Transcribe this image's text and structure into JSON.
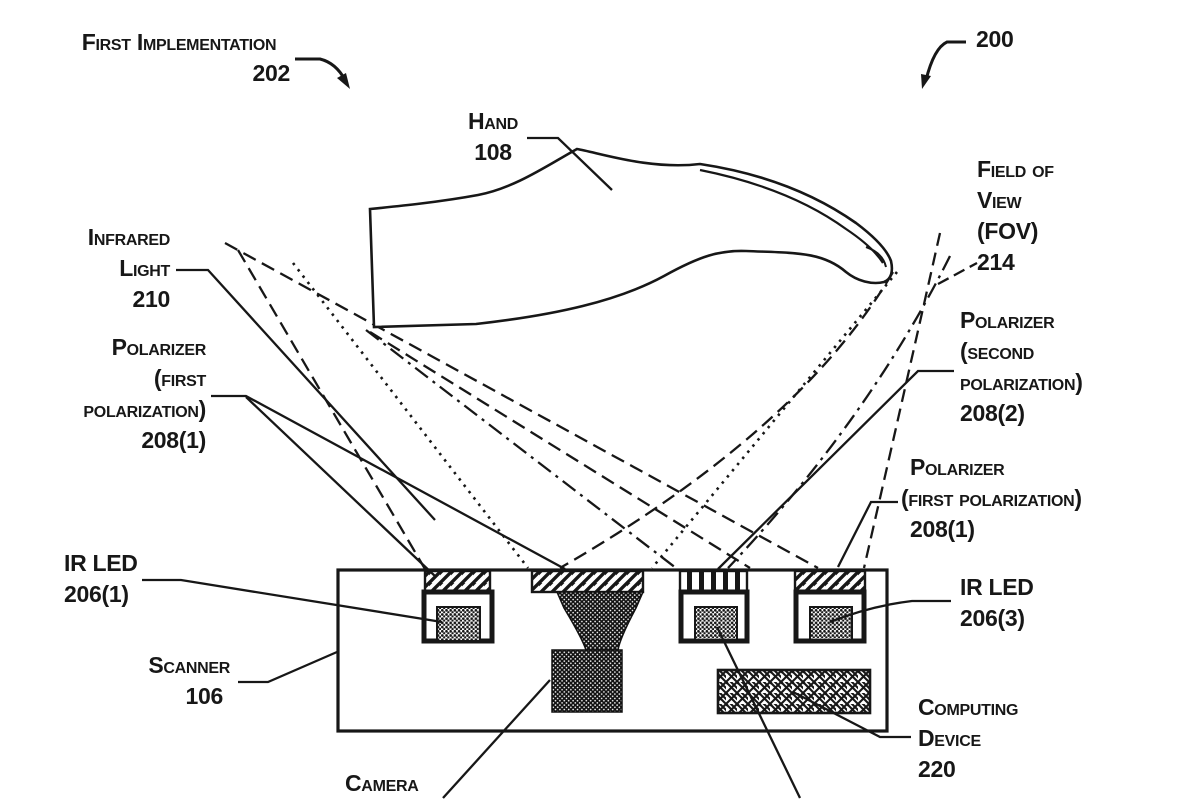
{
  "figure": {
    "type": "patent-diagram",
    "title_ref": "200",
    "colors": {
      "ink": "#171717",
      "paper": "#ffffff"
    }
  },
  "labels": {
    "implementation": {
      "text": "First Implementation",
      "ref": "202"
    },
    "figure_ref": {
      "ref": "200"
    },
    "hand": {
      "text": "Hand",
      "ref": "108"
    },
    "field_of_view": {
      "line1": "Field of",
      "line2": "View",
      "line3": "(FOV)",
      "ref": "214"
    },
    "infrared_light": {
      "line1": "Infrared",
      "line2": "Light",
      "ref": "210"
    },
    "polarizer_first_left": {
      "line1": "Polarizer",
      "line2": "(first",
      "line3": "polarization)",
      "ref": "208(1)"
    },
    "polarizer_second_right": {
      "line1": "Polarizer",
      "line2": "(second",
      "line3": "polarization)",
      "ref": "208(2)"
    },
    "polarizer_first_right": {
      "line1": "Polarizer",
      "line2": "(first polarization)",
      "ref": "208(1)"
    },
    "ir_led_left": {
      "line1": "IR LED",
      "ref": "206(1)"
    },
    "ir_led_right": {
      "line1": "IR LED",
      "ref": "206(3)"
    },
    "scanner": {
      "line1": "Scanner",
      "ref": "106"
    },
    "camera": {
      "line1": "Camera"
    },
    "computing_device": {
      "line1": "Computing",
      "line2": "Device",
      "ref": "220"
    }
  }
}
